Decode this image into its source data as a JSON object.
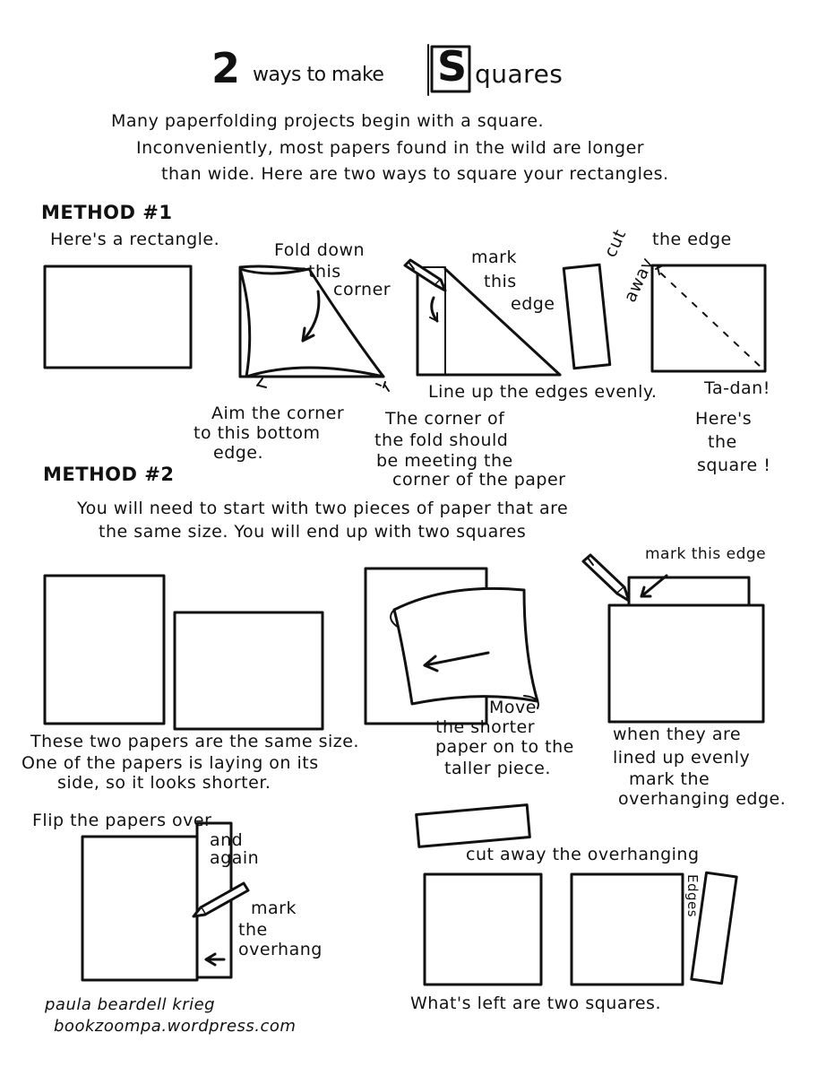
{
  "header": {
    "title_number": "2",
    "title_middle": "ways to make",
    "title_letter": "S",
    "title_end": "quares",
    "intro": [
      "Many paperfolding projects begin with a square.",
      "Inconveniently, most papers found in the wild are longer",
      "than wide. Here are two ways to square your rectangles."
    ]
  },
  "method1": {
    "heading": "METHOD #1",
    "rectangle_label": "Here's a rectangle.",
    "fold_label": [
      "Fold down",
      "this",
      "corner"
    ],
    "aim_label": [
      "Aim the corner",
      "to this bottom",
      "edge."
    ],
    "corner_label": [
      "The corner of",
      "the fold should",
      "be meeting the",
      "corner of the paper"
    ],
    "mark_label": [
      "mark",
      "this",
      "edge"
    ],
    "line_up_label": "Line up the edges evenly.",
    "cut_label": [
      "cut",
      "away"
    ],
    "the_edge_label": "the edge",
    "tadan_label": [
      "Ta-dan!",
      "Here's",
      "the",
      "square !"
    ]
  },
  "method2": {
    "heading": "METHOD #2",
    "intro": [
      "You will need to start with two pieces of paper that are",
      "the same size. You will end up with two squares"
    ],
    "same_size_label": [
      "These two papers are the same size.",
      "One of the papers is laying on its",
      "side, so it looks shorter."
    ],
    "move_label": [
      "Move",
      "the shorter",
      "paper on to the",
      "taller piece."
    ],
    "mark_this_edge_label": "mark this edge",
    "lined_up_label": [
      "when they are",
      "lined up evenly",
      "mark the",
      "overhanging edge."
    ],
    "flip_label": [
      "Flip the papers over",
      "and",
      "again"
    ],
    "mark_overhang_label": [
      "mark",
      "the",
      "overhang"
    ],
    "cut_overhang_label": "cut away the overhanging",
    "edges_label": "Edges",
    "whats_left_label": "What's left are two squares."
  },
  "credit": {
    "author": "paula beardell krieg",
    "site": "bookzoompa.wordpress.com"
  }
}
